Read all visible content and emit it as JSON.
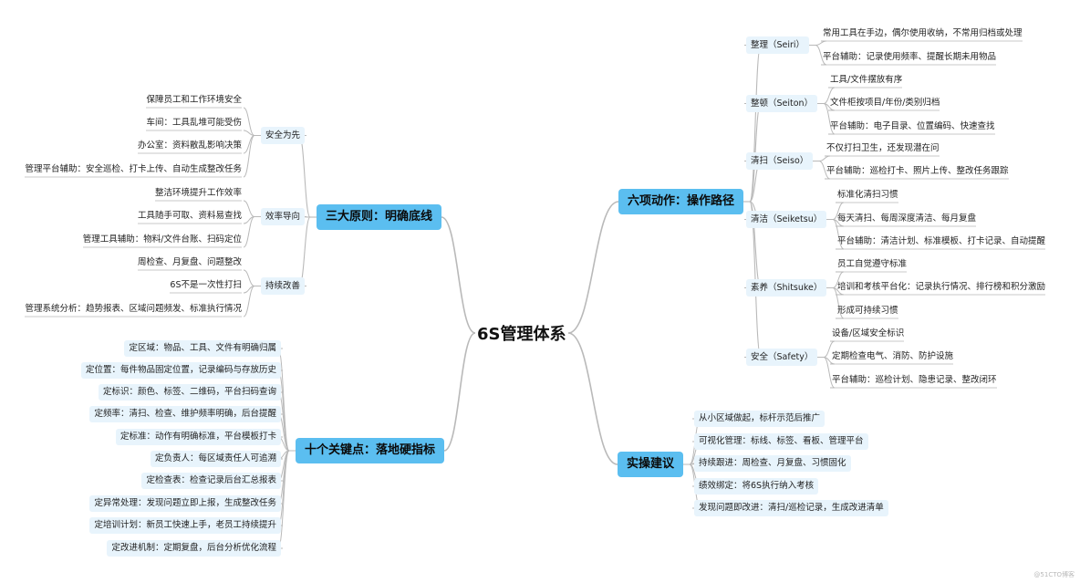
{
  "root": "6S管理体系",
  "principles": {
    "title": "三大原则：明确底线",
    "groups": [
      {
        "label": "安全为先",
        "items": [
          "保障员工和工作环境安全",
          "车间：工具乱堆可能受伤",
          "办公室：资料散乱影响决策",
          "管理平台辅助：安全巡检、打卡上传、自动生成整改任务"
        ]
      },
      {
        "label": "效率导向",
        "items": [
          "整洁环境提升工作效率",
          "工具随手可取、资料易查找",
          "管理工具辅助：物料/文件台账、扫码定位"
        ]
      },
      {
        "label": "持续改善",
        "items": [
          "周检查、月复盘、问题整改",
          "6S不是一次性打扫",
          "管理系统分析：趋势报表、区域问题频发、标准执行情况"
        ]
      }
    ]
  },
  "keypoints": {
    "title": "十个关键点：落地硬指标",
    "items": [
      "定区域：物品、工具、文件有明确归属",
      "定位置：每件物品固定位置，记录编码与存放历史",
      "定标识：颜色、标签、二维码，平台扫码查询",
      "定频率：清扫、检查、维护频率明确，后台提醒",
      "定标准：动作有明确标准，平台模板打卡",
      "定负责人：每区域责任人可追溯",
      "定检查表：检查记录后台汇总报表",
      "定异常处理：发现问题立即上报，生成整改任务",
      "定培训计划：新员工快速上手，老员工持续提升",
      "定改进机制：定期复盘，后台分析优化流程"
    ]
  },
  "actions": {
    "title": "六项动作：操作路径",
    "groups": [
      {
        "label": "整理（Seiri）",
        "items": [
          "常用工具在手边，偶尔使用收纳，不常用归档或处理",
          "平台辅助：记录使用频率、提醒长期未用物品"
        ]
      },
      {
        "label": "整顿（Seiton）",
        "items": [
          "工具/文件摆放有序",
          "文件柜按项目/年份/类别归档",
          "平台辅助：电子目录、位置编码、快速查找"
        ]
      },
      {
        "label": "清扫（Seiso）",
        "items": [
          "不仅打扫卫生，还发现潜在问",
          "平台辅助：巡检打卡、照片上传、整改任务跟踪"
        ]
      },
      {
        "label": "清洁（Seiketsu）",
        "items": [
          "标准化清扫习惯",
          "每天清扫、每周深度清洁、每月复盘",
          "平台辅助：清洁计划、标准模板、打卡记录、自动提醒"
        ]
      },
      {
        "label": "素养（Shitsuke）",
        "items": [
          "员工自觉遵守标准",
          "培训和考核平台化：记录执行情况、排行榜和积分激励",
          "形成可持续习惯"
        ]
      },
      {
        "label": "安全（Safety）",
        "items": [
          "设备/区域安全标识",
          "定期检查电气、消防、防护设施",
          "平台辅助：巡检计划、隐患记录、整改闭环"
        ]
      }
    ]
  },
  "advice": {
    "title": "实操建议",
    "items": [
      "从小区域做起，标杆示范后推广",
      "可视化管理：标线、标签、看板、管理平台",
      "持续跟进：周检查、月复盘、习惯固化",
      "绩效绑定：将6S执行纳入考核",
      "发现问题即改进：清扫/巡检记录，生成改进清单"
    ]
  },
  "watermark": "@51CTO博客",
  "colors": {
    "main_node": "#5bbef0",
    "sub_node": "#e8f4fc",
    "line": "#b9b9b9"
  }
}
